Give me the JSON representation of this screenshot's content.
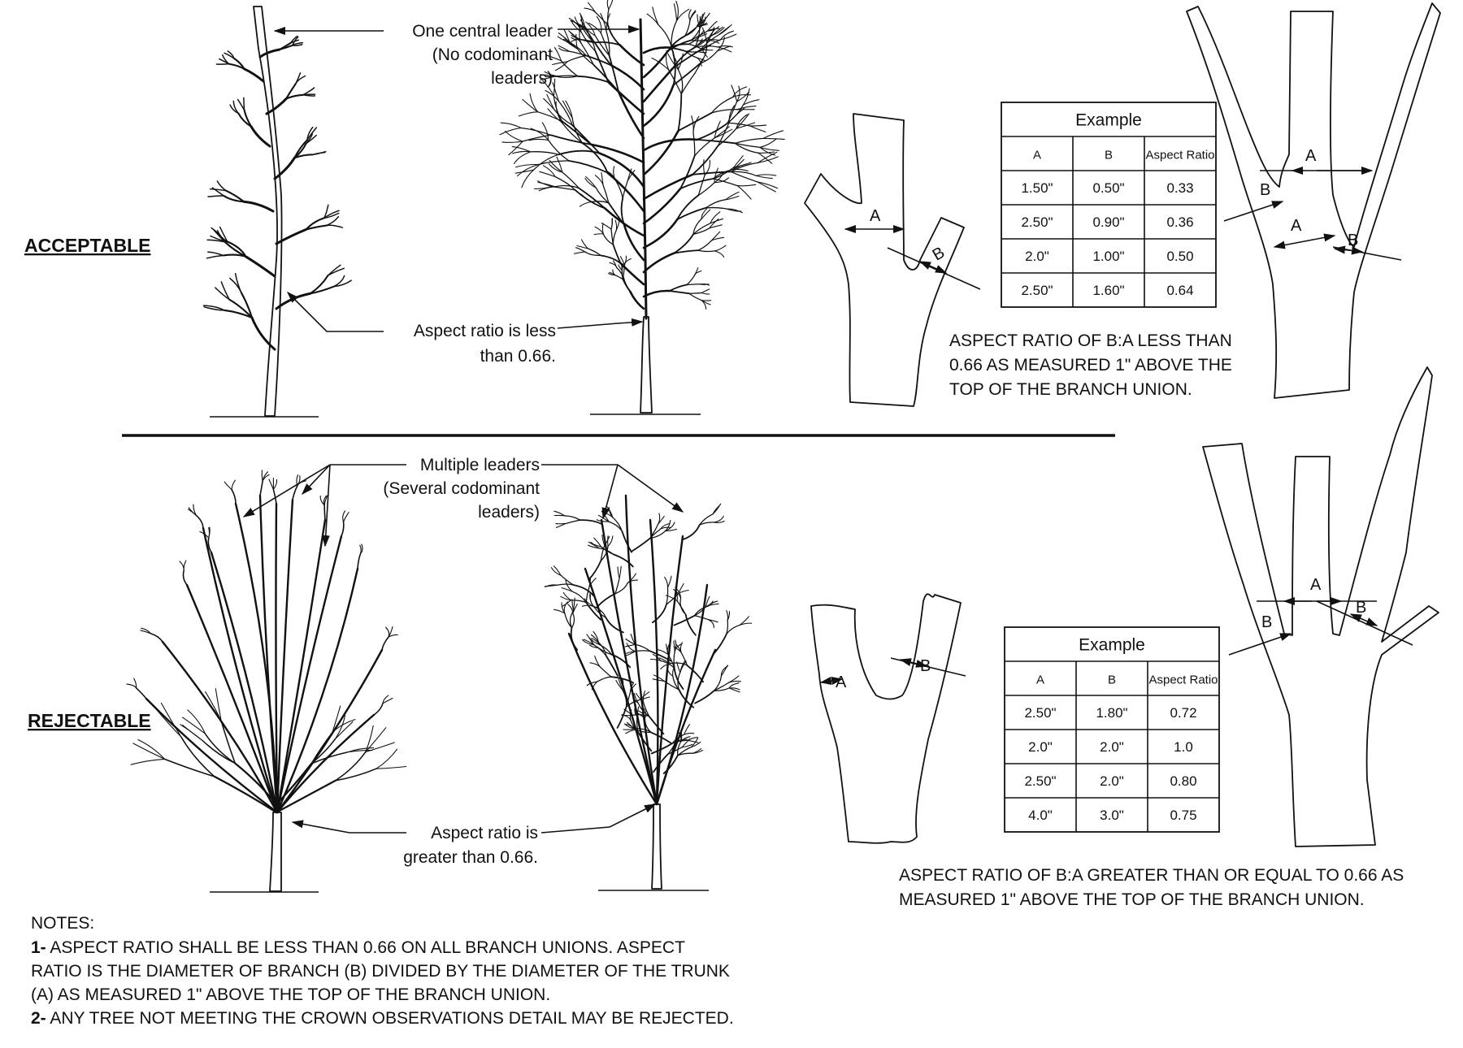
{
  "sections": {
    "acceptable": "ACCEPTABLE",
    "rejectable": "REJECTABLE"
  },
  "callouts": {
    "central_leader": [
      "One central leader",
      "(No codominant",
      "leaders)"
    ],
    "aspect_less": [
      "Aspect ratio is less",
      "than 0.66."
    ],
    "multiple_leaders": [
      "Multiple leaders",
      "(Several codominant",
      "leaders)"
    ],
    "aspect_greater": [
      "Aspect ratio is",
      "greater than 0.66."
    ]
  },
  "dimension_labels": {
    "a": "A",
    "b": "B"
  },
  "acceptable_table": {
    "title": "Example",
    "headers": [
      "A",
      "B",
      "Aspect Ratio"
    ],
    "rows": [
      [
        "1.50\"",
        "0.50\"",
        "0.33"
      ],
      [
        "2.50\"",
        "0.90\"",
        "0.36"
      ],
      [
        "2.0\"",
        "1.00\"",
        "0.50"
      ],
      [
        "2.50\"",
        "1.60\"",
        "0.64"
      ]
    ]
  },
  "rejectable_table": {
    "title": "Example",
    "headers": [
      "A",
      "B",
      "Aspect Ratio"
    ],
    "rows": [
      [
        "2.50\"",
        "1.80\"",
        "0.72"
      ],
      [
        "2.0\"",
        "2.0\"",
        "1.0"
      ],
      [
        "2.50\"",
        "2.0\"",
        "0.80"
      ],
      [
        "4.0\"",
        "3.0\"",
        "0.75"
      ]
    ]
  },
  "conditions": {
    "acceptable": [
      "ASPECT RATIO OF B:A LESS THAN",
      "0.66 AS MEASURED 1\" ABOVE THE",
      "TOP OF THE BRANCH UNION."
    ],
    "rejectable": [
      "ASPECT RATIO OF B:A GREATER THAN OR EQUAL TO 0.66 AS",
      "MEASURED 1\" ABOVE THE TOP OF THE BRANCH UNION."
    ]
  },
  "notes": {
    "heading": "NOTES:",
    "lines": [
      {
        "num": "1-",
        "text": " ASPECT RATIO SHALL BE LESS THAN 0.66 ON ALL BRANCH UNIONS. ASPECT"
      },
      {
        "num": "",
        "text": "RATIO IS THE DIAMETER OF BRANCH (B) DIVIDED BY THE DIAMETER OF THE TRUNK"
      },
      {
        "num": "",
        "text": "(A) AS MEASURED 1\" ABOVE THE TOP OF THE BRANCH UNION."
      },
      {
        "num": "2-",
        "text": " ANY TREE NOT MEETING THE CROWN OBSERVATIONS DETAIL MAY BE REJECTED."
      }
    ]
  }
}
